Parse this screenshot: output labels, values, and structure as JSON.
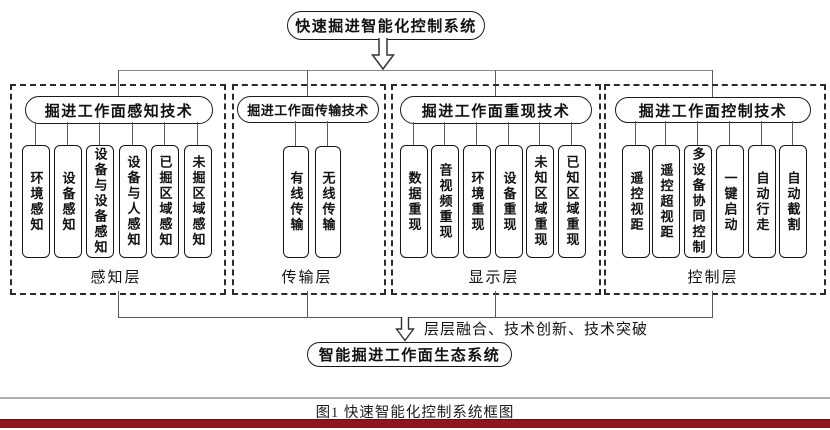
{
  "diagram": {
    "top_system": "快速掘进智能化控制系统",
    "fusion_note": "层层融合、技术创新、技术突破",
    "bottom_system": "智能掘进工作面生态系统",
    "caption": "图1  快速智能化控制系统框图"
  },
  "groups": [
    {
      "header": "掘进工作面感知技术",
      "layer": "感知层",
      "items": [
        "环境感知",
        "设备感知",
        "设备与设备感知",
        "设备与人感知",
        "已掘区域感知",
        "未掘区域感知"
      ]
    },
    {
      "header": "掘进工作面传输技术",
      "layer": "传输层",
      "items": [
        "有线传输",
        "无线传输"
      ]
    },
    {
      "header": "掘进工作面重现技术",
      "layer": "显示层",
      "items": [
        "数据重现",
        "音视频重现",
        "环境重现",
        "设备重现",
        "未知区域重现",
        "已知区域重现"
      ]
    },
    {
      "header": "掘进工作面控制技术",
      "layer": "控制层",
      "items": [
        "遥控视距",
        "遥控超视距",
        "多设备协同控制",
        "一键启动",
        "自动行走",
        "自动截割"
      ]
    }
  ],
  "colors": {
    "accent_bar": "#8e1621",
    "divider_line": "#b5adad",
    "connector": "#777777",
    "box_border": "#151515"
  }
}
